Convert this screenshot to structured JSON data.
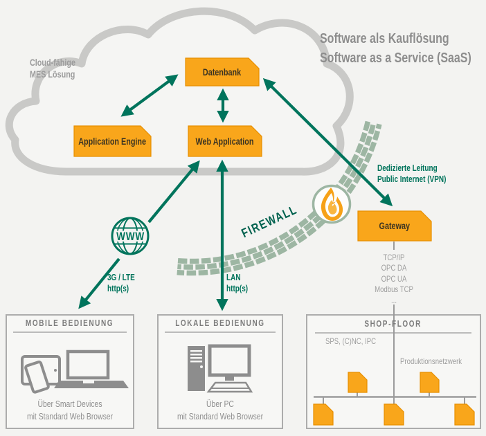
{
  "colors": {
    "background": "#F3F3F1",
    "accent_orange": "#F9A61B",
    "accent_orange_border": "#E78F00",
    "arrow_green": "#00745C",
    "firewall_sage": "#9DB6A3",
    "cloud_gray": "#C9C9C7",
    "text_gray": "#8D8D8D"
  },
  "header": {
    "title_line1": "Software als Kauflösung",
    "title_line2": "Software as a Service (SaaS)"
  },
  "cloud": {
    "label_line1": "Cloud-fähige",
    "label_line2": "MES Lösung",
    "nodes": {
      "datenbank": "Datenbank",
      "application_engine": "Application Engine",
      "web_application": "Web Application"
    }
  },
  "firewall": {
    "label": "FIREWALL",
    "flame_icon": "flame-icon"
  },
  "internet": {
    "www_label": "WWW",
    "globe_icon": "www-globe-icon"
  },
  "links": {
    "vpn_line1": "Dedizierte Leitung",
    "vpn_line2": "Public Internet (VPN)",
    "mobile_line1": "3G / LTE",
    "mobile_line2": "http(s)",
    "lan_line1": "LAN",
    "lan_line2": "http(s)"
  },
  "gateway": {
    "label": "Gateway",
    "protocols": [
      "TCP/IP",
      "OPC DA",
      "OPC UA",
      "Modbus TCP",
      "..."
    ]
  },
  "panels": {
    "mobile": {
      "header": "MOBILE BEDIENUNG",
      "caption_line1": "Über Smart Devices",
      "caption_line2": "mit Standard Web Browser",
      "icon": "tablet-phone-laptop-icon"
    },
    "lokale": {
      "header": "LOKALE BEDIENUNG",
      "caption_line1": "Über PC",
      "caption_line2": "mit Standard Web Browser",
      "icon": "desktop-pc-icon"
    },
    "shopfloor": {
      "header": "SHOP-FLOOR",
      "devices_label": "SPS, (C)NC, IPC",
      "network_label": "Produktionsnetzwerk",
      "machine_icon": "machine-node-icon"
    }
  }
}
